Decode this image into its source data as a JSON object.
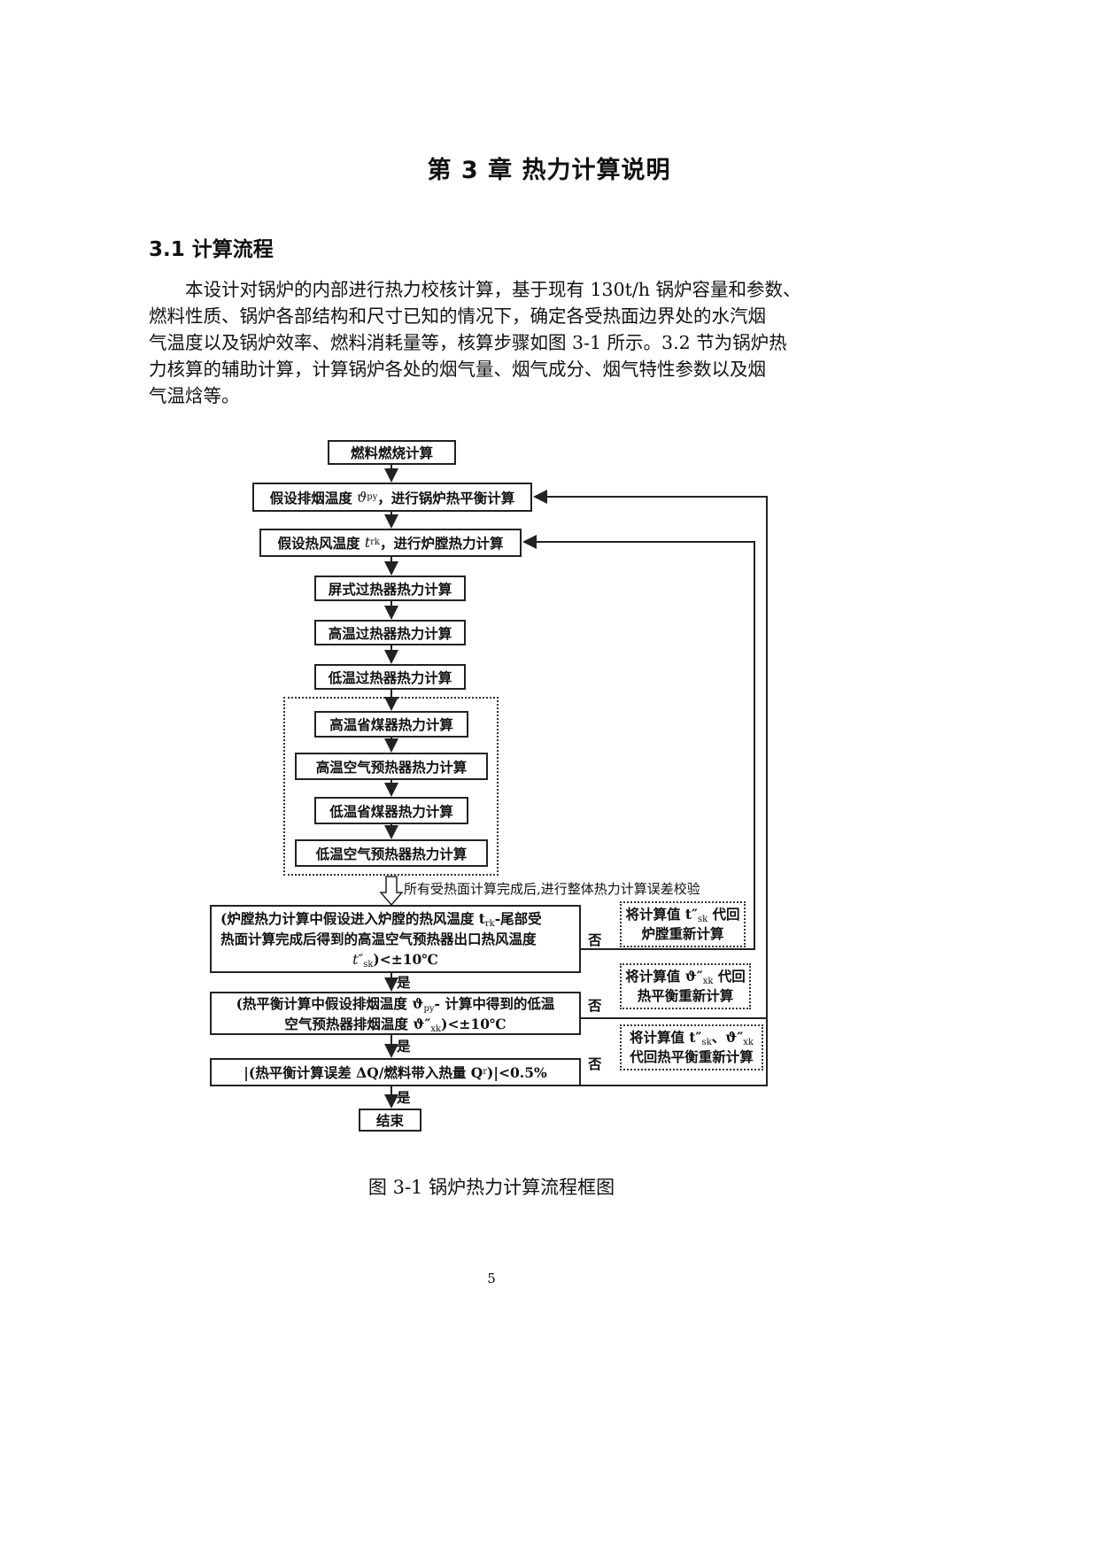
{
  "chapter_title": "第 3 章  热力计算说明",
  "section_title": "3.1 计算流程",
  "paragraph_lines": [
    "　　本设计对锅炉的内部进行热力校核计算，基于现有 130t/h 锅炉容量和参数、",
    "燃料性质、锅炉各部结构和尺寸已知的情况下，确定各受热面边界处的水汽烟",
    "气温度以及锅炉效率、燃料消耗量等，核算步骤如图 3-1 所示。3.2 节为锅炉热",
    "力核算的辅助计算，计算锅炉各处的烟气量、烟气成分、烟气特性参数以及烟",
    "气温焓等。"
  ],
  "flowchart": {
    "steps": {
      "fuel": "燃料燃烧计算",
      "assume_flue_a": "假设排烟温度",
      "assume_flue_sym": "ϑ",
      "assume_flue_sub": "py",
      "assume_flue_b": "，进行锅炉热平衡计算",
      "assume_air_a": "假设热风温度",
      "assume_air_sym": "t",
      "assume_air_sub": "rk",
      "assume_air_b": "，进行炉膛热力计算",
      "screen": "屏式过热器热力计算",
      "ht_sh": "高温过热器热力计算",
      "lt_sh": "低温过热器热力计算",
      "ht_eco": "高温省煤器热力计算",
      "ht_aph": "高温空气预热器热力计算",
      "lt_eco": "低温省煤器热力计算",
      "lt_aph": "低温空气预热器热力计算",
      "end": "结束"
    },
    "check_note": "所有受热面计算完成后,进行整体热力计算误差校验",
    "checks": [
      {
        "line1": "(炉膛热力计算中假设进入炉膛的热风温度 t",
        "line1_sub": "rk",
        "line1_b": "-尾部受",
        "line2": "热面计算完成后得到的高温空气预热器出口热风温度",
        "line3_sym": "t″",
        "line3_sub": "sk",
        "line3_b": ")<±10℃"
      },
      {
        "line1": "(热平衡计算中假设排烟温度 ϑ",
        "line1_sub": "py",
        "line1_b": "- 计算中得到的低温",
        "line2": "空气预热器排烟温度 ϑ″",
        "line2_sub": "xk",
        "line2_b": ")<±10℃"
      },
      {
        "line1": "|(热平衡计算误差 ΔQ/燃料带入热量 Q",
        "line1_sub": "r",
        "line1_b": ")|<0.5%"
      }
    ],
    "yes": "是",
    "no": "否",
    "feedback": [
      {
        "line1": "将计算值 t″",
        "sub": "sk",
        "line1_b": " 代回",
        "line2": "炉膛重新计算"
      },
      {
        "line1": "将计算值 ϑ″",
        "sub": "xk",
        "line1_b": " 代回",
        "line2": "热平衡重新计算"
      },
      {
        "line1": "将计算值 t″",
        "sub": "sk",
        "line1_b": "、ϑ″",
        "sub2": "xk",
        "line2": "代回热平衡重新计算"
      }
    ]
  },
  "caption": "图 3-1 锅炉热力计算流程框图",
  "page_number": "5"
}
